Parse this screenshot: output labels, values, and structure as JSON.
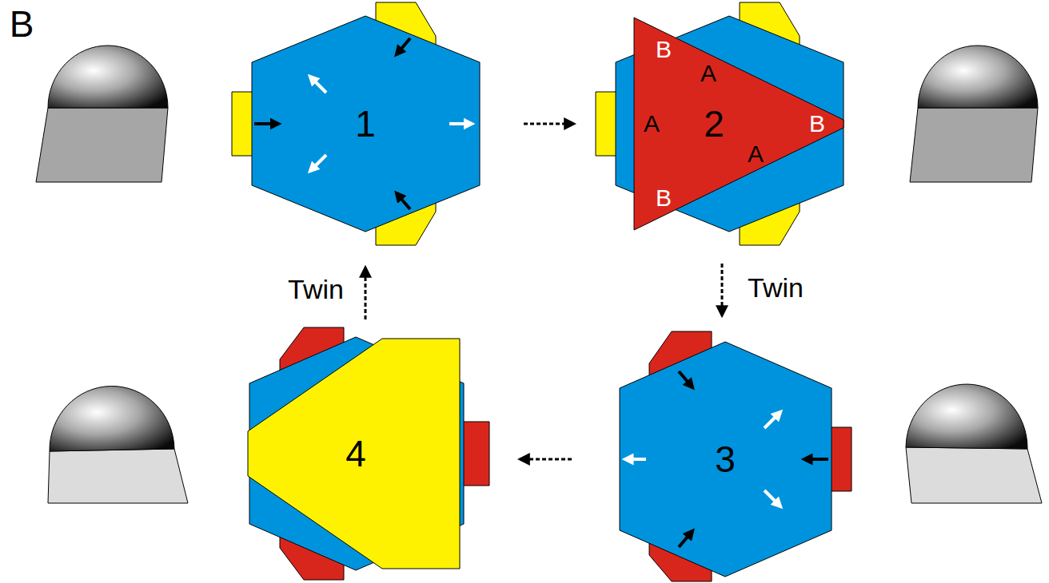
{
  "diagram": {
    "nodes": [
      {
        "text": [
          "1"
        ]
      },
      {
        "text": [
          "2"
        ]
      },
      {
        "text": [
          "3"
        ]
      },
      {
        "text": [
          "4"
        ]
      }
    ],
    "edges": [
      {
        "from": 0,
        "to": 1,
        "arrow": "to"
      },
      {
        "from": 1,
        "to": 2,
        "label": "Twin",
        "arrow": "to"
      },
      {
        "from": 2,
        "to": 3,
        "arrow": "to"
      },
      {
        "from": 3,
        "to": 0,
        "label": "Twin",
        "arrow": "to"
      }
    ],
    "labels": [
      "B",
      "B",
      "A",
      "A",
      "B",
      "A",
      "B"
    ]
  }
}
